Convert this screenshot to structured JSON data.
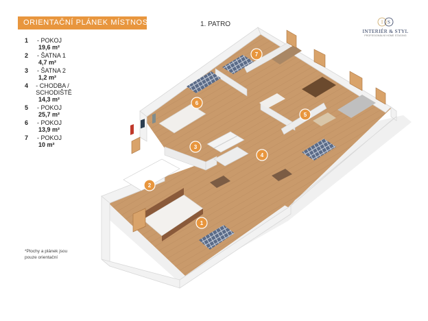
{
  "header": {
    "title": "ORIENTAČNÍ PLÁNEK MÍSTNOSTÍ",
    "floor": "1. PATRO"
  },
  "logo": {
    "monogram_left": "I",
    "monogram_right": "S",
    "name": "INTERIÉR & STYL",
    "tagline": "PROFESIONÁLNÍ HOME STAGING"
  },
  "legend": [
    {
      "num": "1",
      "name": "- POKOJ",
      "area": "19,6 m²"
    },
    {
      "num": "2",
      "name": "- ŠATNA 1",
      "area": "4,7 m²"
    },
    {
      "num": "3",
      "name": "- ŠATNA 2",
      "area": "1,2 m²"
    },
    {
      "num": "4",
      "name": "- CHODBA / SCHODIŠTĚ",
      "area": "14,3 m²"
    },
    {
      "num": "5",
      "name": "- POKOJ",
      "area": "25,7 m²"
    },
    {
      "num": "6",
      "name": "- POKOJ",
      "area": "13,9 m²"
    },
    {
      "num": "7",
      "name": "- POKOJ",
      "area": "10 m²"
    }
  ],
  "note": "*Plochy a plánek jsou pouze orientační",
  "markers": [
    "1",
    "2",
    "3",
    "4",
    "5",
    "6",
    "7"
  ],
  "colors": {
    "accent": "#e8963e",
    "floor_wood": "#c99a6b",
    "wall": "#f2f2f2",
    "bedding_blue": "#5a6b88"
  }
}
